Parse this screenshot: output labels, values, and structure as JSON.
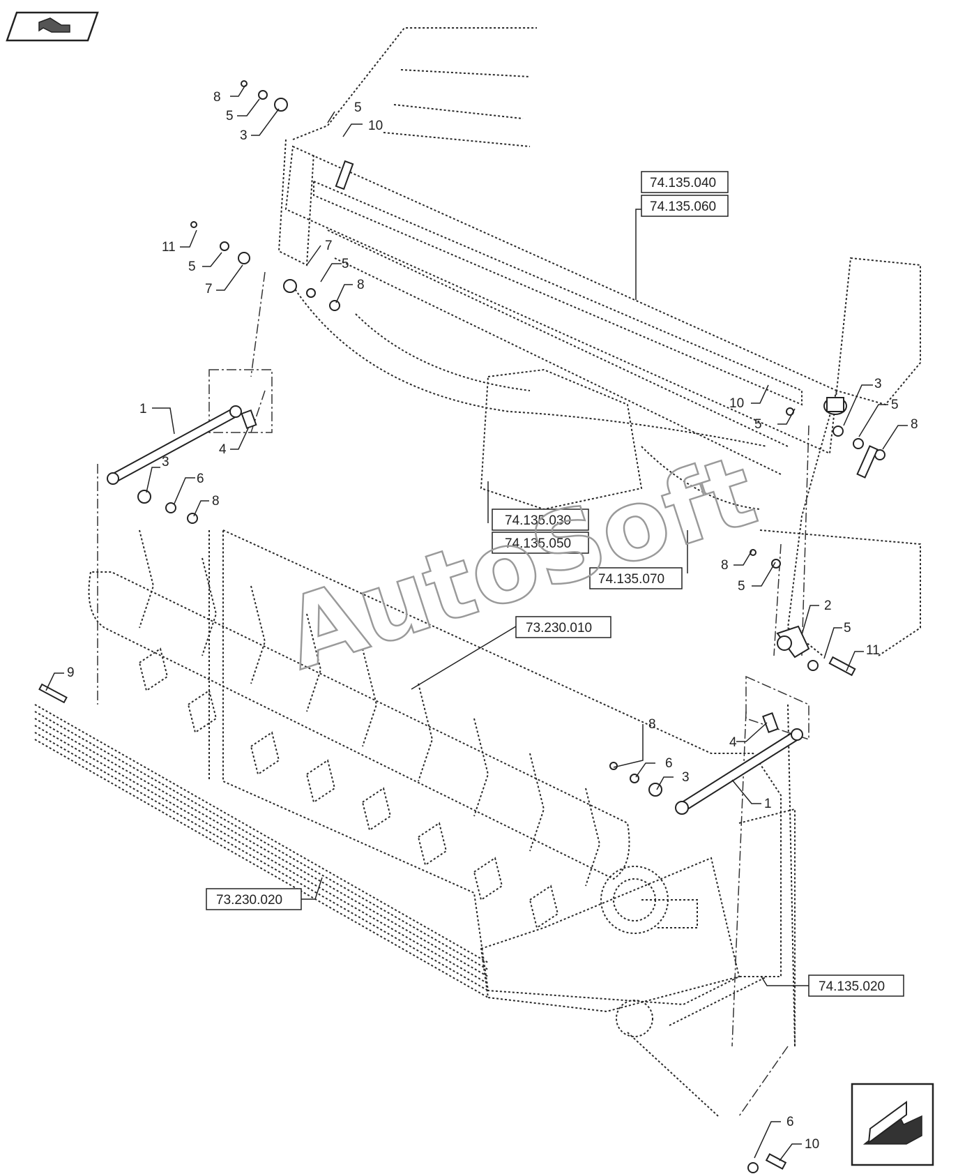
{
  "navigation": {
    "back_icon": "folded-arrow-back-icon",
    "next_icon": "folded-arrow-next-icon"
  },
  "watermark": "AutoSoft",
  "reference_boxes": [
    "74.135.040",
    "74.135.060",
    "74.135.030",
    "74.135.050",
    "74.135.070",
    "73.230.010",
    "73.230.020",
    "74.135.020"
  ],
  "callouts": [
    "8",
    "5",
    "3",
    "5",
    "10",
    "11",
    "5",
    "7",
    "7",
    "5",
    "8",
    "1",
    "4",
    "3",
    "6",
    "8",
    "9",
    "10",
    "5",
    "3",
    "5",
    "8",
    "8",
    "5",
    "2",
    "5",
    "11",
    "8",
    "6",
    "3",
    "4",
    "1",
    "6",
    "10"
  ],
  "colors": {
    "line": "#2a2a2a",
    "watermark": "#9a9a9a"
  }
}
